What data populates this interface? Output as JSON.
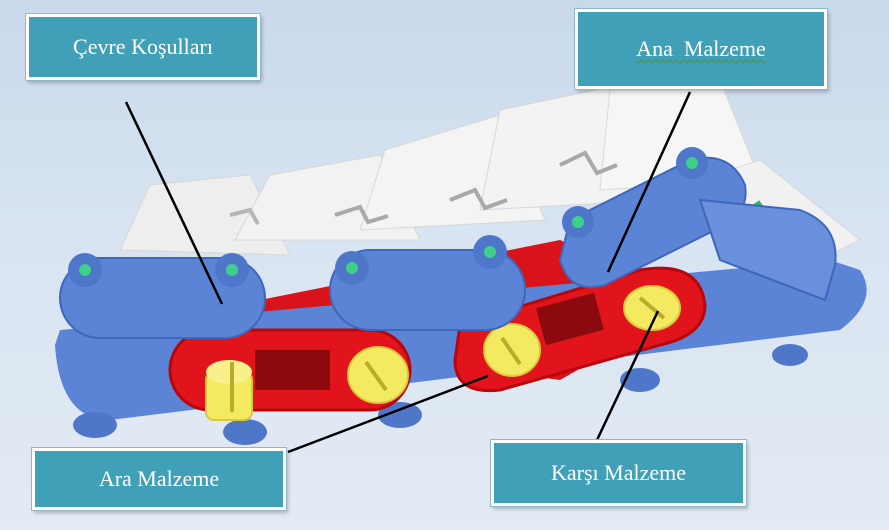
{
  "labels": {
    "cevre_kosullari": "Çevre Koşulları",
    "ana_malzeme": "Ana  Malzeme",
    "ara_malzeme": "Ara Malzeme",
    "karsi_malzeme": "Karşı Malzeme"
  },
  "colors": {
    "callout_fill": "#3fa0b7",
    "chain_link_blue": "#5b83d6",
    "inner_link_red": "#e0141a",
    "pin_cap_yellow": "#f4ea62",
    "pin_green": "#2fb36a",
    "top_plate_white": "#f3f3f3"
  }
}
